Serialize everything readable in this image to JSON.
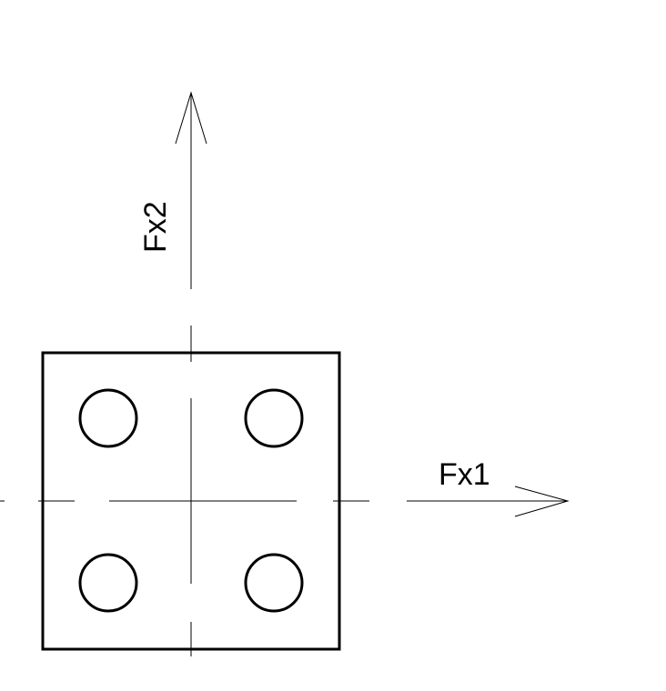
{
  "diagram": {
    "labels": {
      "force_x1": "Fx1",
      "force_x2": "Fx2"
    },
    "colors": {
      "stroke": "#000000",
      "background": "#ffffff"
    },
    "bolt_count": 4
  }
}
